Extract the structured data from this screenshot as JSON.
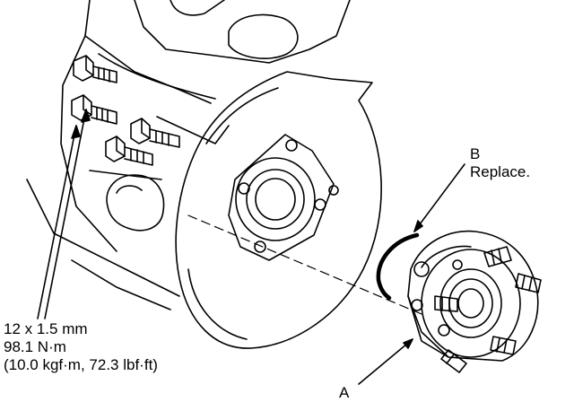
{
  "labels": {
    "b_letter": "B",
    "b_note": "Replace.",
    "a_letter": "A",
    "bolt_size": "12 x 1.5 mm",
    "torque_nm": "98.1 N·m",
    "torque_alt": "(10.0 kgf·m, 72.3 lbf·ft)"
  },
  "colors": {
    "line": "#000000",
    "background": "#ffffff"
  }
}
